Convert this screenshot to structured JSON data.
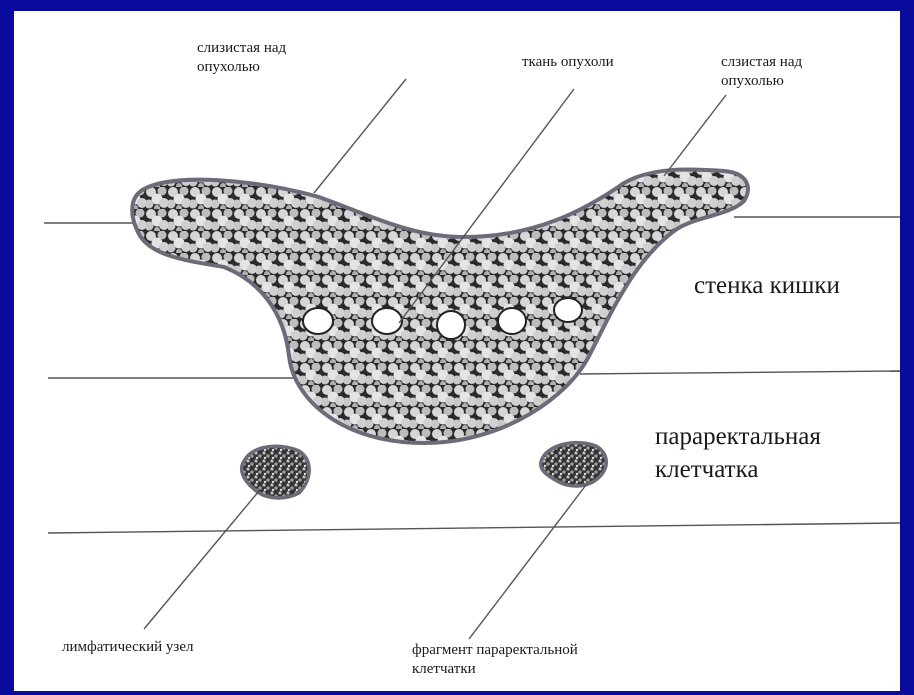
{
  "labels": {
    "mucosa_left": [
      "слизистая над",
      "опухолью"
    ],
    "tumor_tissue": "ткань опухоли",
    "mucosa_right": [
      "слзистая над",
      "опухолью"
    ],
    "bowel_wall": "стенка кишки",
    "pararectal_tissue": [
      "параректальная",
      "клетчатка"
    ],
    "lymph_node": "лимфатический узел",
    "pararectal_fragment": [
      "фрагмент параректальной",
      "клетчатки"
    ]
  },
  "colors": {
    "border": "#0a0a9c",
    "outline": "#6f6a7a",
    "line": "#555555"
  }
}
